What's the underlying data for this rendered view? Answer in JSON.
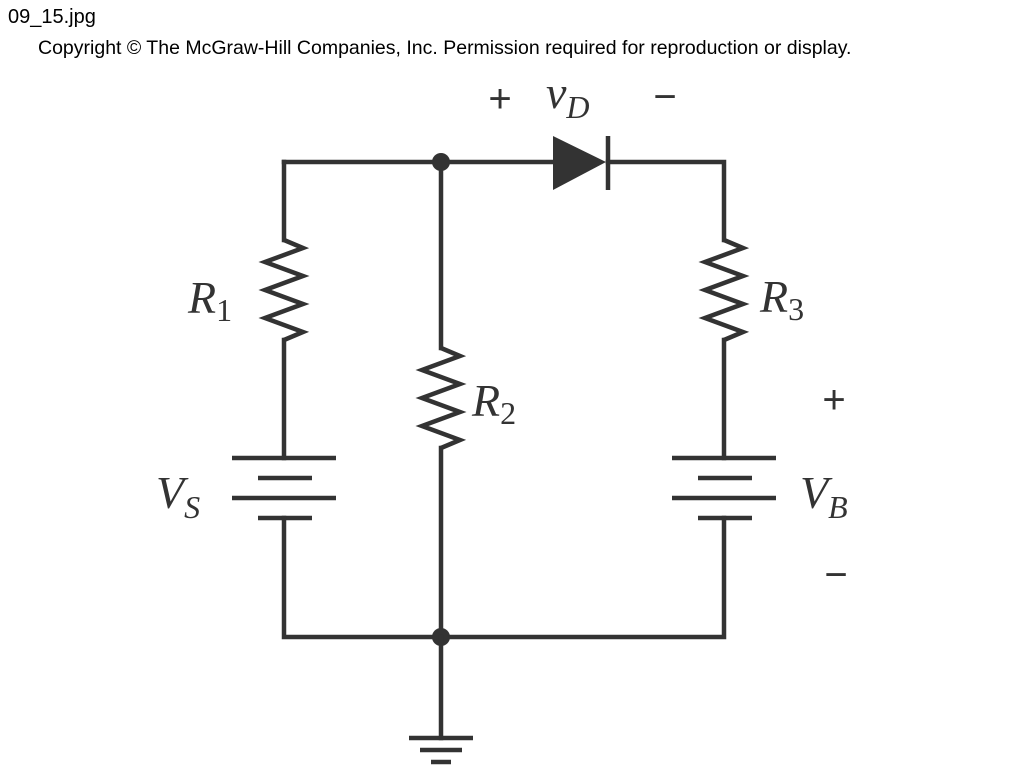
{
  "file_name": "09_15.jpg",
  "copyright": "Copyright © The McGraw-Hill Companies, Inc. Permission required for reproduction or display.",
  "labels": {
    "r1": {
      "main": "R",
      "sub": "1"
    },
    "r2": {
      "main": "R",
      "sub": "2"
    },
    "r3": {
      "main": "R",
      "sub": "3"
    },
    "vs": {
      "main": "V",
      "sub": "S"
    },
    "vb": {
      "main": "V",
      "sub": "B"
    },
    "vd": {
      "main": "v",
      "sub": "D"
    }
  },
  "signs": {
    "vd_plus": "+",
    "vd_minus": "−",
    "vb_plus": "+",
    "vb_minus": "−"
  },
  "colors": {
    "line": "#333333",
    "background": "#ffffff"
  }
}
